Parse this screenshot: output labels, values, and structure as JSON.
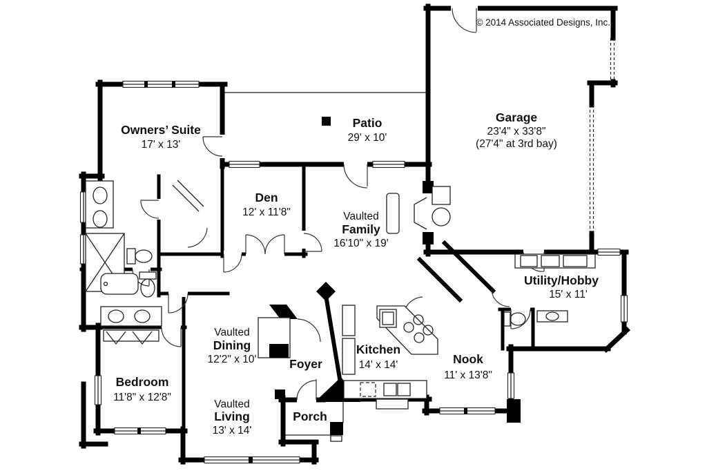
{
  "copyright": "© 2014 Associated Designs, Inc.",
  "colors": {
    "wall": "#000000",
    "background": "#ffffff",
    "line": "#222222"
  },
  "rooms": {
    "owners_suite": {
      "name": "Owners’ Suite",
      "dims": "17' x 13'"
    },
    "patio": {
      "name": "Patio",
      "dims": "29' x 10'"
    },
    "garage": {
      "name": "Garage",
      "dims": "23'4\" x 33'8\"",
      "note": "(27'4\" at 3rd bay)"
    },
    "den": {
      "name": "Den",
      "dims": "12' x 11'8\""
    },
    "family": {
      "prefix": "Vaulted",
      "name": "Family",
      "dims": "16'10\" x 19'"
    },
    "utility": {
      "name": "Utility/Hobby",
      "dims": "15' x 11'"
    },
    "dining": {
      "prefix": "Vaulted",
      "name": "Dining",
      "dims": "12'2\" x 10'"
    },
    "foyer": {
      "name": "Foyer"
    },
    "kitchen": {
      "name": "Kitchen",
      "dims": "14' x 14'"
    },
    "nook": {
      "name": "Nook",
      "dims": "11' x 13'8\""
    },
    "bedroom": {
      "name": "Bedroom",
      "dims": "11'8\" x 12'8\""
    },
    "living": {
      "prefix": "Vaulted",
      "name": "Living",
      "dims": "13' x 14'"
    },
    "porch": {
      "name": "Porch"
    }
  }
}
